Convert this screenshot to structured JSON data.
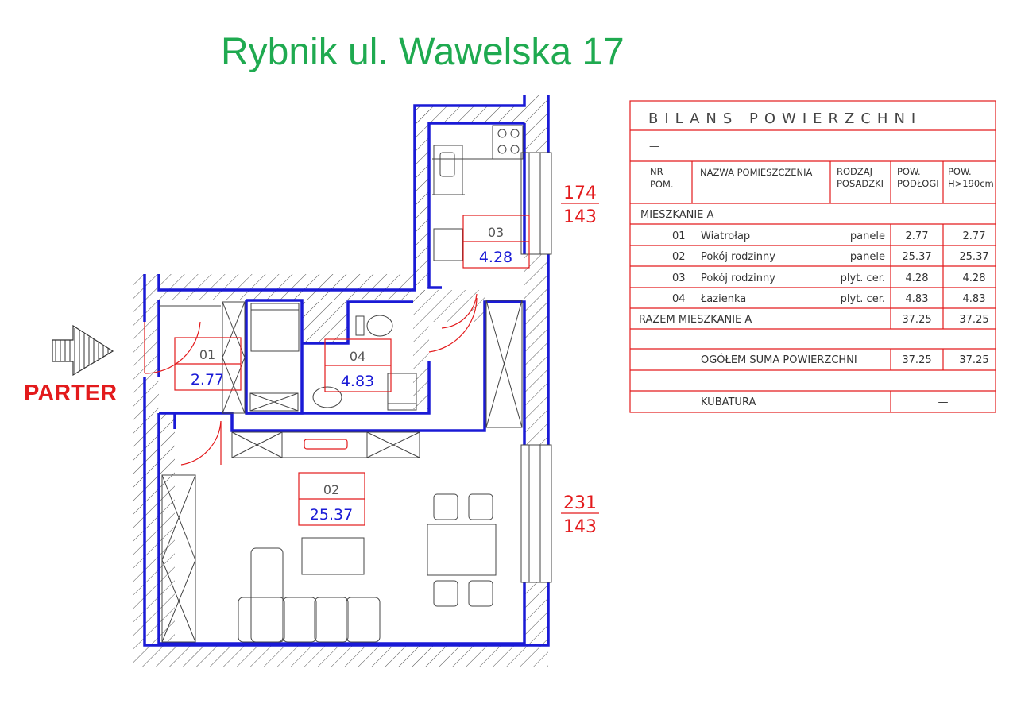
{
  "title": "Rybnik ul. Wawelska 17",
  "floor_label": "PARTER",
  "colors": {
    "title": "#1faa50",
    "wall": "#1a1ad6",
    "annotation": "#e31a1c",
    "area_text": "#1a1ad6",
    "drawing": "#555555"
  },
  "rooms": [
    {
      "nr": "01",
      "area": "2.77"
    },
    {
      "nr": "02",
      "area": "25.37"
    },
    {
      "nr": "03",
      "area": "4.28"
    },
    {
      "nr": "04",
      "area": "4.83"
    }
  ],
  "windows": [
    {
      "width": "174",
      "height": "143"
    },
    {
      "width": "231",
      "height": "143"
    }
  ],
  "table": {
    "heading": "BILANS POWIERZCHNI",
    "subheading": "—",
    "columns": [
      "NR POM.",
      "NAZWA POMIESZCZENIA",
      "RODZAJ POSADZKI",
      "POW. PODŁOGI",
      "POW. H>190cm"
    ],
    "section": "MIESZKANIE A",
    "rows": [
      {
        "nr": "01",
        "name": "Wiatrołap",
        "floor": "panele",
        "area": "2.77",
        "area_h": "2.77"
      },
      {
        "nr": "02",
        "name": "Pokój rodzinny",
        "floor": "panele",
        "area": "25.37",
        "area_h": "25.37"
      },
      {
        "nr": "03",
        "name": "Pokój rodzinny",
        "floor": "plyt. cer.",
        "area": "4.28",
        "area_h": "4.28"
      },
      {
        "nr": "04",
        "name": "Łazienka",
        "floor": "plyt. cer.",
        "area": "4.83",
        "area_h": "4.83"
      }
    ],
    "subtotal_label": "RAZEM MIESZKANIE A",
    "subtotal_area": "37.25",
    "subtotal_area_h": "37.25",
    "total_label": "OGÓŁEM SUMA POWIERZCHNI",
    "total_area": "37.25",
    "total_area_h": "37.25",
    "volume_label": "KUBATURA",
    "volume_value": "—"
  }
}
